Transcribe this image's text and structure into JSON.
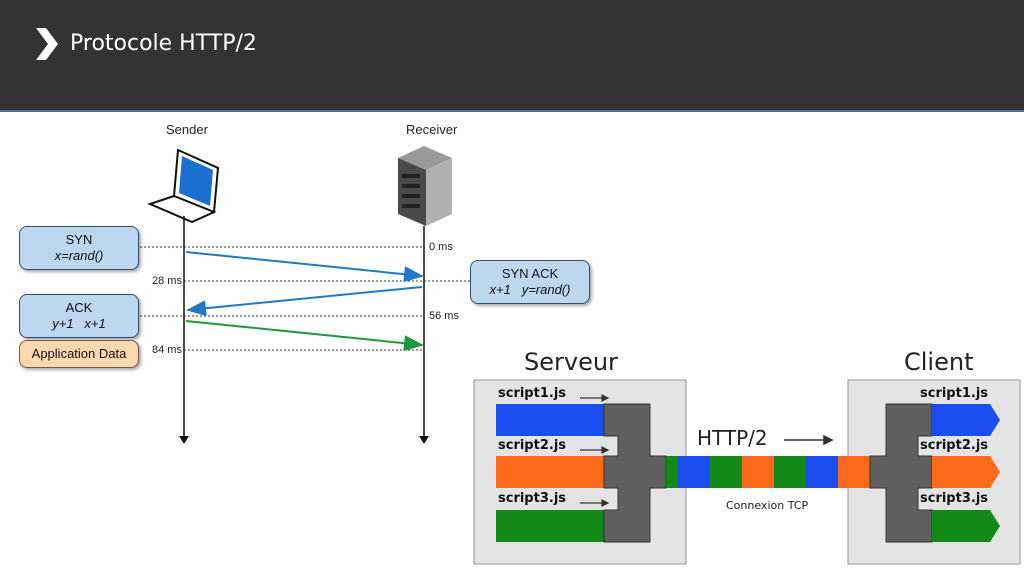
{
  "header": {
    "title": "Protocole HTTP/2",
    "icon": "chevron-right-icon"
  },
  "handshake": {
    "sender_label": "Sender",
    "receiver_label": "Receiver",
    "syn": {
      "title": "SYN",
      "detail": "x=rand()"
    },
    "syn_ack": {
      "title": "SYN ACK",
      "detail": "x+1   y=rand()"
    },
    "ack": {
      "title": "ACK",
      "detail": "y+1   x+1"
    },
    "app_data": "Application Data",
    "times": [
      "0 ms",
      "28 ms",
      "56 ms",
      "84 ms"
    ],
    "colors": {
      "syn": "#1f78c8",
      "syn_ack": "#1f78c8",
      "ack": "#1a9a3a",
      "box": "#bcd7ee",
      "app": "#fbd7b0"
    }
  },
  "multiplex": {
    "server_label": "Serveur",
    "client_label": "Client",
    "protocol_label": "HTTP/2",
    "connection_label": "Connexion TCP",
    "scripts": [
      "script1.js",
      "script2.js",
      "script3.js"
    ],
    "colors": {
      "script1": "#1a4ef0",
      "script2": "#fb6a1a",
      "script3": "#138a18",
      "gate": "#5f5f5f",
      "panel": "#e4e4e4"
    }
  }
}
